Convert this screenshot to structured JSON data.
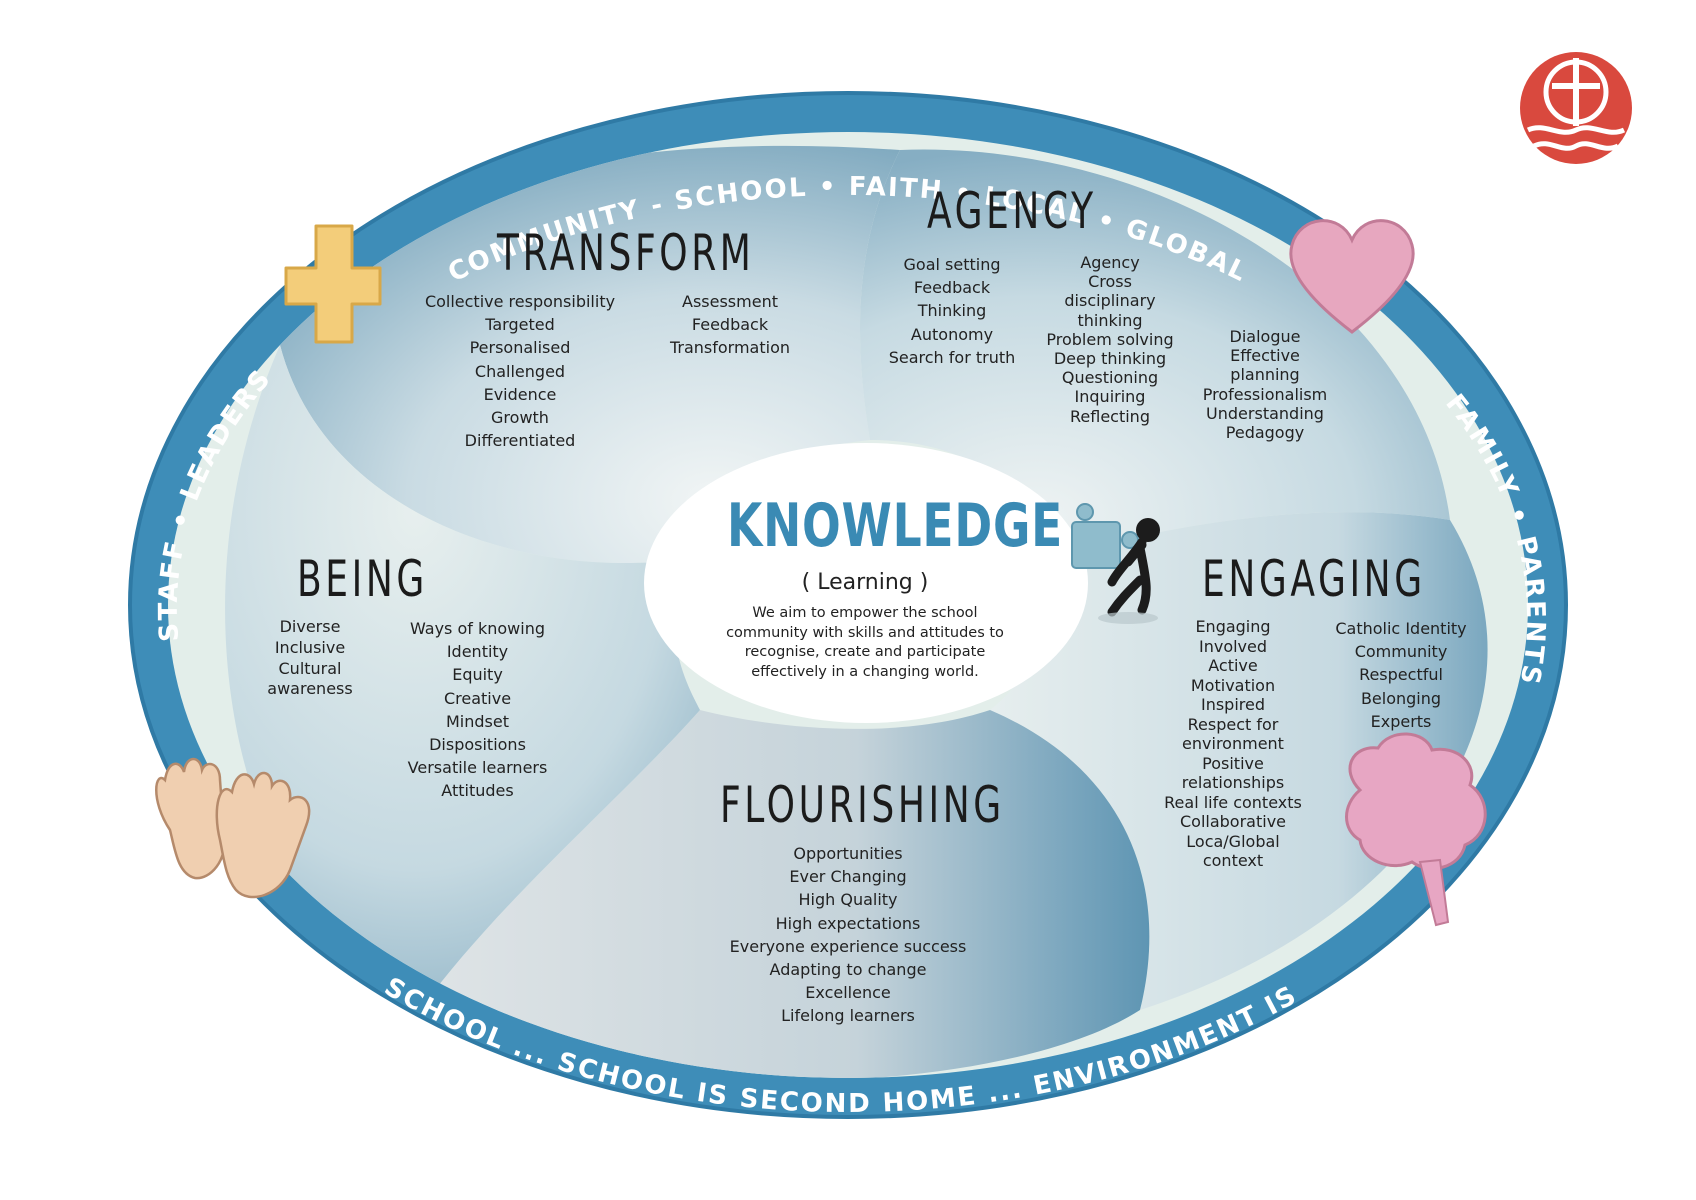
{
  "ring": {
    "top": "COMMUNITY  -  SCHOOL  •  FAITH  •  LOCAL  •  GLOBAL",
    "bottom": "HOME IS FIRST SCHOOL ... SCHOOL IS SECOND HOME ... ENVIRONMENT IS THIRD TEACHER",
    "left": "STAFF  •  LEADERS",
    "right": "FAMILY  •  PARENTS"
  },
  "center": {
    "title": "KNOWLEDGE",
    "subtitle": "( Learning )",
    "description": "We aim to empower the school community with skills and attitudes to recognise, create and participate effectively in a changing world."
  },
  "sections": {
    "transform": {
      "title": "TRANSFORM",
      "col1": [
        "Collective responsibility",
        "Targeted",
        "Personalised",
        "Challenged",
        "Evidence",
        "Growth",
        "Differentiated"
      ],
      "col2": [
        "Assessment",
        "Feedback",
        "Transformation"
      ]
    },
    "agency": {
      "title": "AGENCY",
      "col1": [
        "Goal setting",
        "Feedback",
        "Thinking",
        "Autonomy",
        "Search for truth"
      ],
      "col2": [
        "Agency",
        "Cross\ndisciplinary\nthinking",
        "Problem solving",
        "Deep thinking",
        "Questioning",
        "Inquiring",
        "Reflecting"
      ],
      "col3": [
        "Dialogue",
        "Effective\nplanning",
        "Professionalism",
        "Understanding",
        "Pedagogy"
      ]
    },
    "being": {
      "title": "BEING",
      "col1": [
        "Diverse",
        "Inclusive",
        "Cultural\nawareness"
      ],
      "col2": [
        "Ways of knowing",
        "Identity",
        "Equity",
        "Creative",
        "Mindset",
        "Dispositions",
        "Versatile learners",
        "Attitudes"
      ]
    },
    "engaging": {
      "title": "ENGAGING",
      "col1": [
        "Engaging",
        "Involved",
        "Active",
        "Motivation",
        "Inspired",
        "Respect for\nenvironment",
        "Positive\nrelationships",
        "Real life contexts",
        "Collaborative",
        "Loca/Global\ncontext"
      ],
      "col2": [
        "Catholic Identity",
        "Community",
        "Respectful",
        "Belonging",
        "Experts"
      ]
    },
    "flourishing": {
      "title": "FLOURISHING",
      "col1": [
        "Opportunities",
        "Ever Changing",
        "High Quality",
        "High expectations",
        "Everyone experience success",
        "Adapting to change",
        "Excellence",
        "Lifelong learners"
      ]
    }
  },
  "icons": {
    "logo": "school-logo-icon",
    "cross": "cross-icon",
    "heart": "heart-icon",
    "hands": "hands-icon",
    "brain": "brain-icon",
    "puzzle": "puzzle-figure-icon"
  },
  "colors": {
    "ring": "#3e8db8",
    "background": "#e3eeea",
    "petal": "#a9c7d6",
    "knowledge": "#3a8ab4",
    "cross": "#f3cd7a",
    "heart": "#e7a7bf",
    "logo": "#d9493e"
  }
}
